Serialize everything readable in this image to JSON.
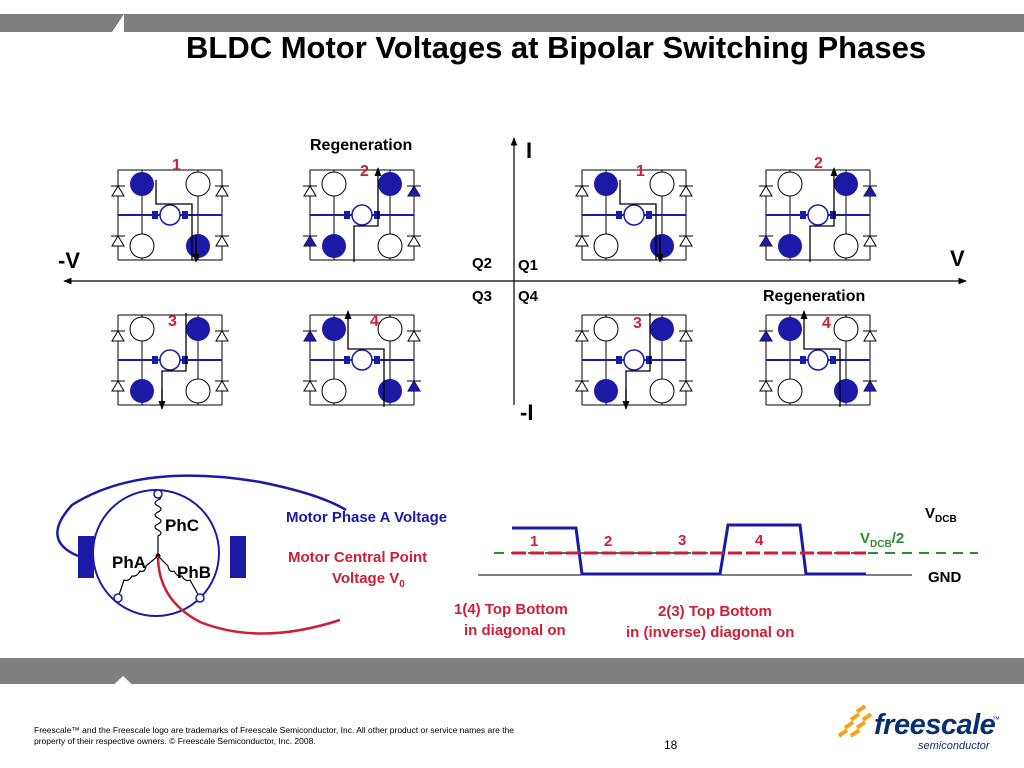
{
  "slide": {
    "title": "BLDC Motor Voltages at Bipolar Switching Phases",
    "page_number": "18",
    "footer": "Freescale™ and the Freescale logo are trademarks of Freescale Semiconductor, Inc. All other product or service names are the property of their respective owners. © Freescale Semiconductor, Inc. 2008."
  },
  "brand": {
    "name": "freescale",
    "tm": "™",
    "sub": "semiconductor"
  },
  "axes": {
    "pos_current": "I",
    "neg_current": "-I",
    "pos_voltage": "V",
    "neg_voltage": "-V",
    "q1": "Q1",
    "q2": "Q2",
    "q3": "Q3",
    "q4": "Q4"
  },
  "regeneration_labels": [
    "Regeneration",
    "Regeneration"
  ],
  "bridge_numbers": {
    "q2_top": [
      "1",
      "2"
    ],
    "q1_top": [
      "1",
      "2"
    ],
    "q3_bottom": [
      "3",
      "4"
    ],
    "q4_bottom": [
      "3",
      "4"
    ]
  },
  "motor": {
    "phase_c": "PhC",
    "phase_a": "PhA",
    "phase_b": "PhB"
  },
  "waveform": {
    "phase_a_label": "Motor Phase A Voltage",
    "central_line1": "Motor Central Point",
    "central_line2": "Voltage V",
    "central_sub": "0",
    "vdcb": "V",
    "vdcb_sub": "DCB",
    "vdcb_half": "V",
    "vdcb_half_sub": "DCB",
    "vdcb_half_suffix": "/2",
    "gnd": "GND",
    "phase_numbers": [
      "1",
      "2",
      "3",
      "4"
    ],
    "note1_line1": "1(4) Top Bottom",
    "note1_line2": "in diagonal on",
    "note2_line1": "2(3) Top Bottom",
    "note2_line2": "in (inverse) diagonal on"
  },
  "colors": {
    "blue": "#1a1aa6",
    "red": "#cc1f36",
    "green": "#2e8b2e",
    "bar_gray": "#7f7f7f"
  }
}
